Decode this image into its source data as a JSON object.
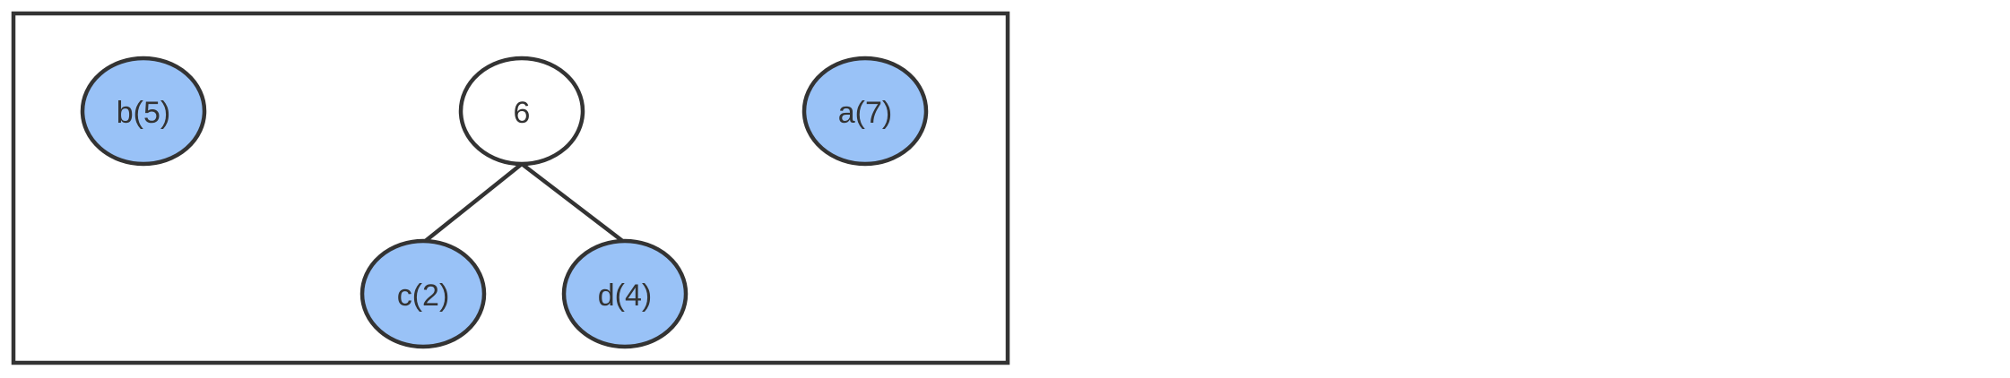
{
  "colors": {
    "stroke": "#333333",
    "leaf_fill": "#99c2f7",
    "internal_fill": "#ffffff",
    "background": "#ffffff"
  },
  "nodes": [
    {
      "id": "b",
      "label": "b(5)",
      "kind": "leaf"
    },
    {
      "id": "n6",
      "label": "6",
      "kind": "internal"
    },
    {
      "id": "a",
      "label": "a(7)",
      "kind": "leaf"
    },
    {
      "id": "c",
      "label": "c(2)",
      "kind": "leaf"
    },
    {
      "id": "d",
      "label": "d(4)",
      "kind": "leaf"
    }
  ],
  "edges": [
    {
      "from": "n6",
      "to": "c"
    },
    {
      "from": "n6",
      "to": "d"
    }
  ]
}
